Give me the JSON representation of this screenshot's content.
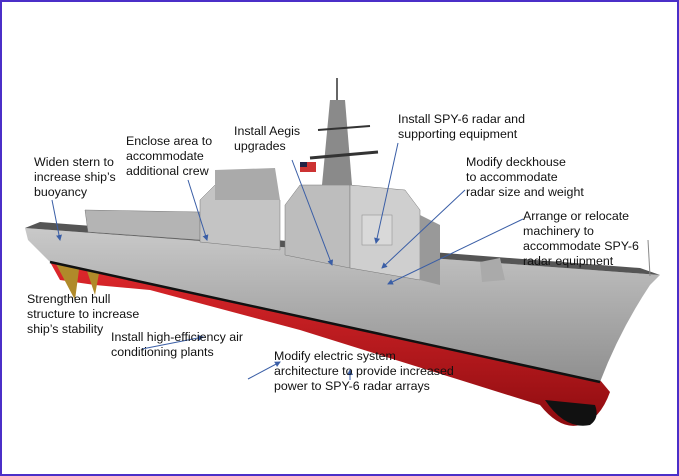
{
  "annotations": {
    "widen_stern": [
      "Widen stern to",
      "increase ship’s",
      "buoyancy"
    ],
    "enclose_area": [
      "Enclose area to",
      "accommodate",
      "additional crew"
    ],
    "aegis": [
      "Install Aegis",
      "upgrades"
    ],
    "spy6": [
      "Install SPY-6 radar and",
      "supporting equipment"
    ],
    "deckhouse": [
      "Modify deckhouse",
      "to accommodate",
      "radar size and weight"
    ],
    "machinery": [
      "Arrange or relocate",
      "machinery to",
      "accommodate SPY-6",
      "radar equipment"
    ],
    "hull": [
      "Strengthen hull",
      "structure to increase",
      "ship’s stability"
    ],
    "air": [
      "Install high-efficiency air",
      "conditioning plants"
    ],
    "electric": [
      "Modify electric system",
      "architecture to provide increased",
      "power to SPY-6 radar arrays"
    ]
  },
  "colors": {
    "frame": "#4b2fc8",
    "arrow": "#3a5ea6",
    "hull_red": "#c0141a",
    "hull_gray": "#a8a8a8"
  }
}
